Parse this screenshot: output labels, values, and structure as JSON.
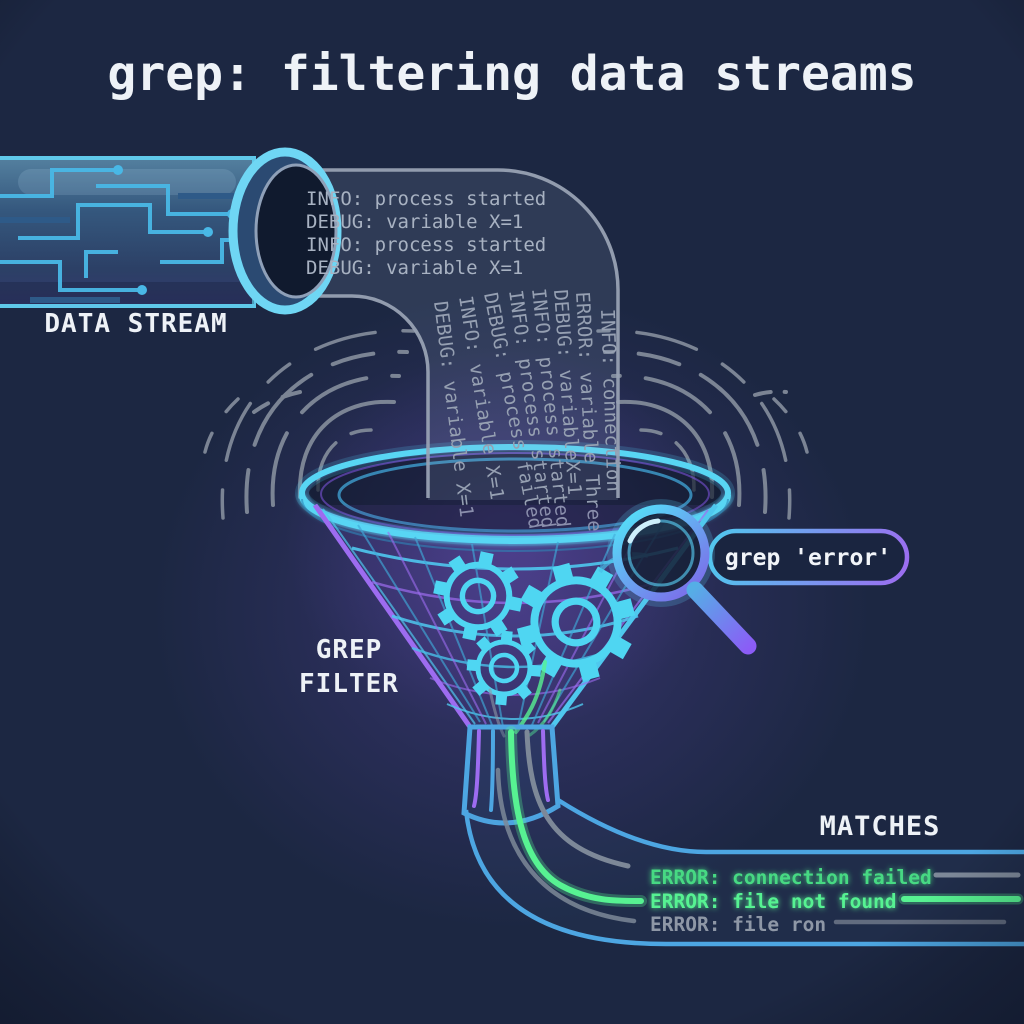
{
  "title": "grep: filtering data streams",
  "pipe": {
    "label": "DATA STREAM"
  },
  "stream": {
    "lines": [
      "INFO: process started",
      "DEBUG: variable X=1",
      "INFO: process started",
      "DEBUG: variable X=1"
    ],
    "falling_lines": [
      "DEBUG: variable X=1",
      "INFO: variable X=1",
      "DEBUG: process failed",
      "INFO: process started",
      "INFO: process started",
      "DEBUG: variableX=1",
      "ERROR: variable Three",
      "INFO: connection"
    ]
  },
  "filter": {
    "label_line1": "GREP",
    "label_line2": "FILTER",
    "query": "grep 'error'"
  },
  "matches": {
    "label": "MATCHES",
    "lines": [
      {
        "text": "ERROR: connection failed",
        "status": "match"
      },
      {
        "text": "ERROR: file not found",
        "status": "match-bright"
      },
      {
        "text": "ERROR: file ron",
        "status": "no-match"
      }
    ]
  },
  "icons": {
    "pipe": "data-pipe",
    "funnel": "funnel-filter",
    "gears": "gears",
    "magnifier": "magnifying-glass",
    "splash": "splash-arcs"
  },
  "colors": {
    "background": "#1c2742",
    "accent_cyan": "#4fd0f0",
    "accent_purple": "#9d6cf0",
    "pipe_blue": "#4da6e2",
    "match_green": "#46d983",
    "match_green_bright": "#57f292",
    "no_match_gray": "#8e97a6",
    "log_gray": "#a8b2c2",
    "text_light": "#eef2f7"
  }
}
